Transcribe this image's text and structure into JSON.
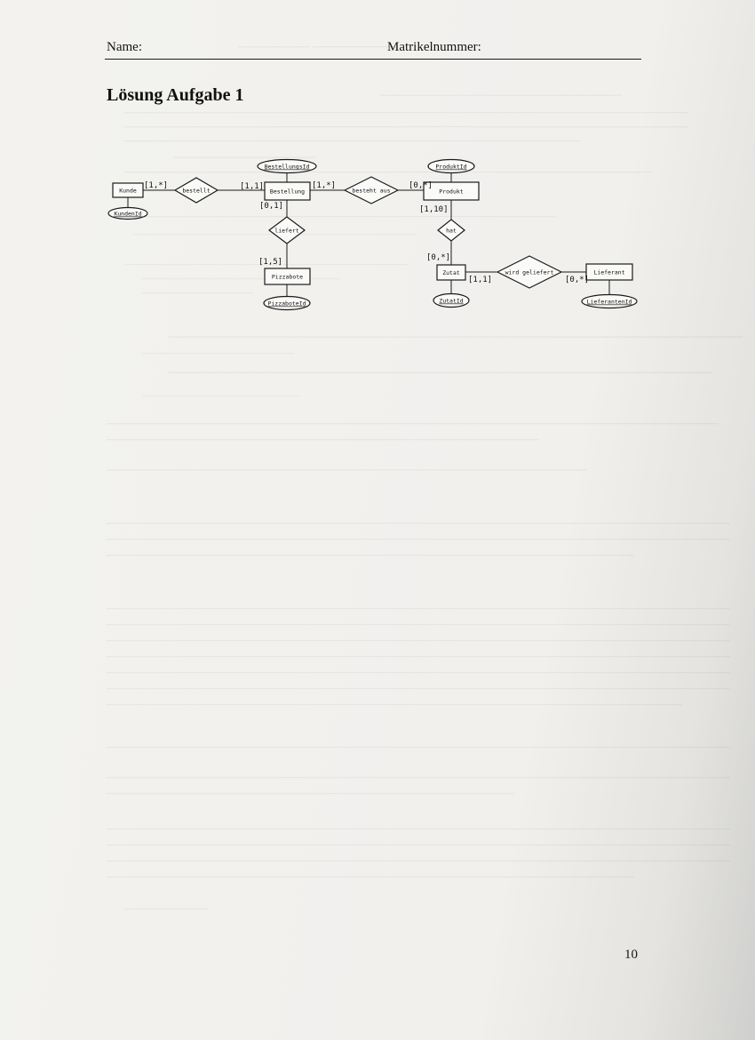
{
  "header": {
    "name_label": "Name:",
    "matrikel_label": "Matrikelnummer:"
  },
  "title": "Lösung Aufgabe 1",
  "page_number": "10",
  "er_diagram": {
    "entities": {
      "kunde": "Kunde",
      "bestellung": "Bestellung",
      "produkt": "Produkt",
      "zutat": "Zutat",
      "lieferant": "Lieferant",
      "pizzabote": "Pizzabote"
    },
    "relationships": {
      "bestellt": "bestellt",
      "besteht_aus": "besteht aus",
      "liefert": "liefert",
      "hat": "hat",
      "wird_geliefert": "wird geliefert"
    },
    "attributes": {
      "kunden_id": "KundenId",
      "bestellungs_id": "BestellungsId",
      "produkt_id": "ProduktId",
      "zutat_id": "ZutatId",
      "lieferanten_id": "LieferantenId",
      "pizzabote_id": "PizzaboteId"
    },
    "cardinalities": {
      "kunde_bestellt": "[1,*]",
      "bestellung_bestellt": "[1,1]",
      "bestellung_besteht_aus": "[1,*]",
      "produkt_besteht_aus": "[0,*]",
      "bestellung_liefert": "[0,1]",
      "pizzabote_liefert": "[1,5]",
      "produkt_hat": "[1,10]",
      "zutat_hat": "[0,*]",
      "zutat_wird_geliefert": "[1,1]",
      "lieferant_wird_geliefert": "[0,*]"
    }
  }
}
